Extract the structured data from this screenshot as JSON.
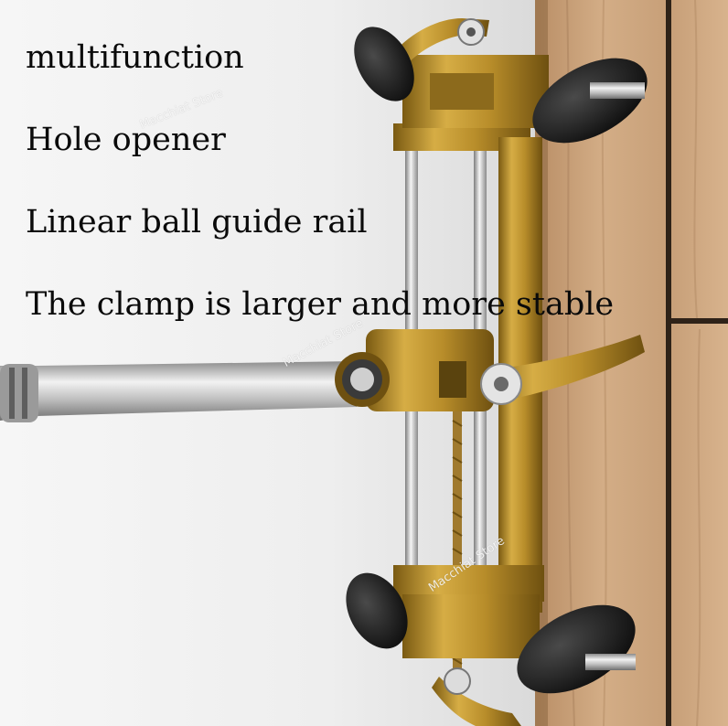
{
  "captions": [
    "multifunction",
    "Hole opener",
    "Linear ball guide rail",
    "The clamp is larger and more stable"
  ],
  "watermarks": [
    "Macchiat Store",
    "Macchiat Store",
    "Macchiat Store"
  ],
  "colors": {
    "background": "#ededed",
    "door_wood": "#c8a07a",
    "brass": "#b88d2a",
    "knob": "#1a1a1a",
    "steel": "#c9c9c9"
  }
}
